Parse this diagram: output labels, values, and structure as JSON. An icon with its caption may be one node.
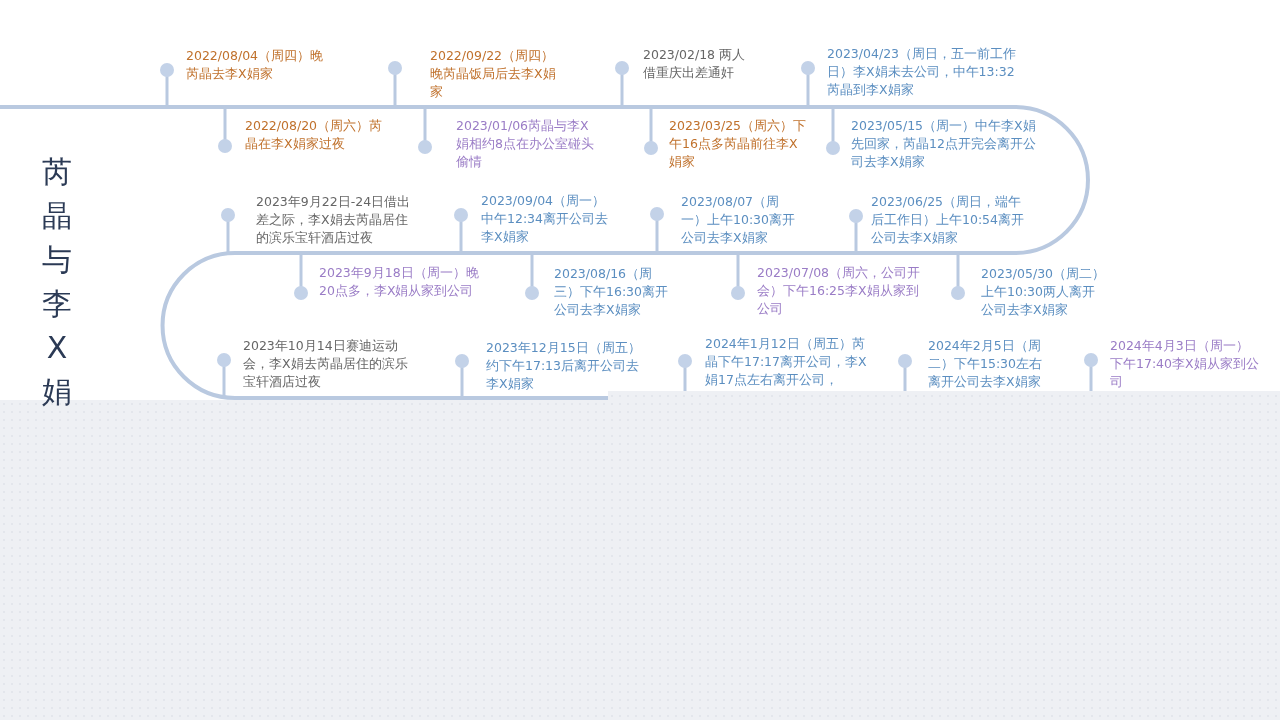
{
  "diagram": {
    "title": "芮晶与李X娟",
    "labels": [
      "2022/08/04（周四）晚芮晶去李X娟家",
      "2022/08/20（周六）芮晶在李X娟家过夜",
      "2022/09/22（周四）晚芮晶饭局后去李X娟家",
      "2023/01/06芮晶与李X娟相约8点在办公室碰头偷情",
      "2023/02/18 两人借重庆出差通奸",
      "2023/03/25（周六）下午16点多芮晶前往李X娟家",
      "2023/04/23（周日，五一前工作日）李X娟未去公司，中午13:32芮晶到李X娟家",
      "2023/05/15（周一）中午李X娟先回家，芮晶12点开完会离开公司去李X娟家",
      "2023年9月22日-24日借出差之际，李X娟去芮晶居住的滨乐宝轩酒店过夜",
      "2023年9月18日（周一）晚20点多，李X娟从家到公司",
      "2023/09/04（周一）中午12:34离开公司去李X娟家",
      "2023/08/16（周三）下午16:30离开公司去李X娟家",
      "2023/08/07（周一）上午10:30离开公司去李X娟家",
      "2023/07/08（周六，公司开会）下午16:25李X娟从家到公司",
      "2023/06/25（周日，端午后工作日）上午10:54离开公司去李X娟家",
      "2023/05/30（周二）上午10:30两人离开公司去李X娟家",
      "2023年10月14日赛迪运动会，李X娟去芮晶居住的滨乐宝轩酒店过夜",
      "2023年12月15日（周五）约下午17:13后离开公司去李X娟家",
      "2024年1月12日（周五）芮晶下午17:17离开公司，李X娟17点左右离开公司，",
      "2024年2月5日（周二）下午15:30左右离开公司去李X娟家",
      "2024年4月3日（周一）下午17:40李X娟从家到公司"
    ]
  }
}
